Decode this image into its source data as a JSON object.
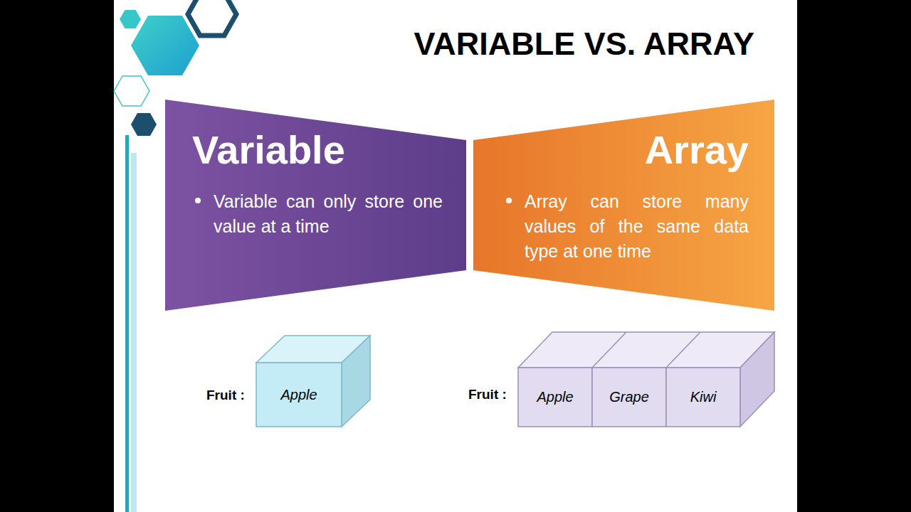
{
  "diagram": {
    "title": "VARIABLE VS. ARRAY",
    "nodes": [
      {
        "text": [
          "Variable",
          "Variable can only store one value at a time"
        ]
      },
      {
        "text": [
          "Array",
          "Array can store many values of the same data type at one time"
        ]
      },
      {
        "text": [
          "Apple"
        ]
      },
      {
        "text": [
          "Apple"
        ]
      },
      {
        "text": [
          "Grape"
        ]
      },
      {
        "text": [
          "Kiwi"
        ]
      }
    ],
    "labels": [
      "Fruit :",
      "Fruit :"
    ]
  }
}
